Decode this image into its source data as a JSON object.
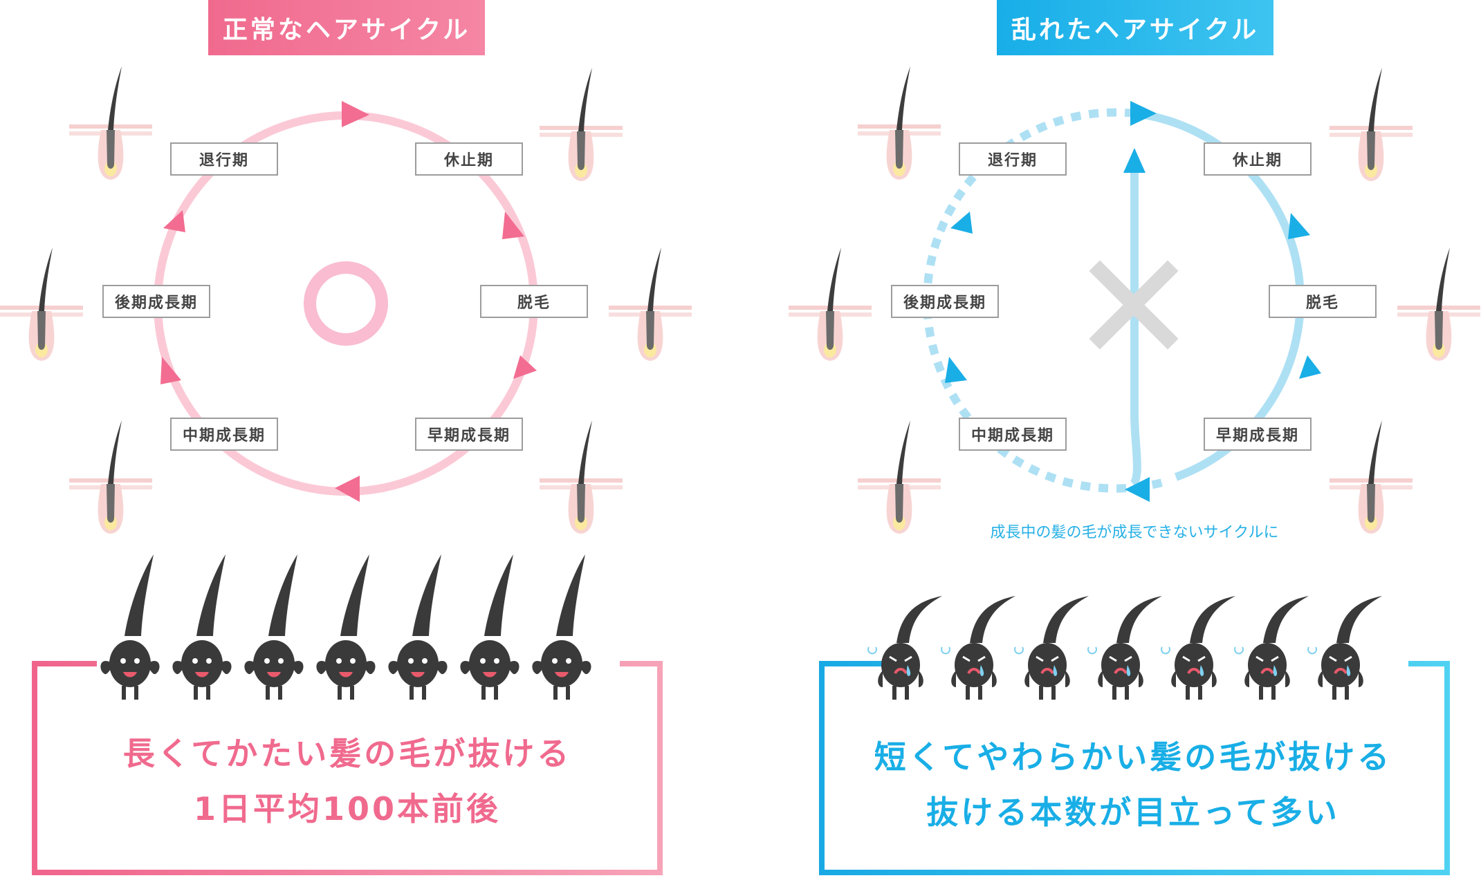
{
  "normal": {
    "title": "正常なヘアサイクル",
    "stages": {
      "taikou": "退行期",
      "kyuushi": "休止期",
      "kouki": "後期成長期",
      "datsumou": "脱毛",
      "chuuki": "中期成長期",
      "souki": "早期成長期"
    },
    "symbol": "circle",
    "message_line1": "長くてかたい髪の毛が抜ける",
    "message_line2": "1日平均100本前後",
    "color": "#f06a8e"
  },
  "disturbed": {
    "title": "乱れたヘアサイクル",
    "stages": {
      "taikou": "退行期",
      "kyuushi": "休止期",
      "kouki": "後期成長期",
      "datsumou": "脱毛",
      "chuuki": "中期成長期",
      "souki": "早期成長期"
    },
    "symbol": "cross",
    "note": "成長中の髪の毛が成長できないサイクルに",
    "message_line1": "短くてやわらかい髪の毛が抜ける",
    "message_line2": "抜ける本数が目立って多い",
    "color": "#19aee6"
  },
  "icons": {
    "hair_follicle": "hair-follicle-icon",
    "strong_hair": "strong-hair-character-icon",
    "sad_hair": "sad-hair-character-icon"
  }
}
